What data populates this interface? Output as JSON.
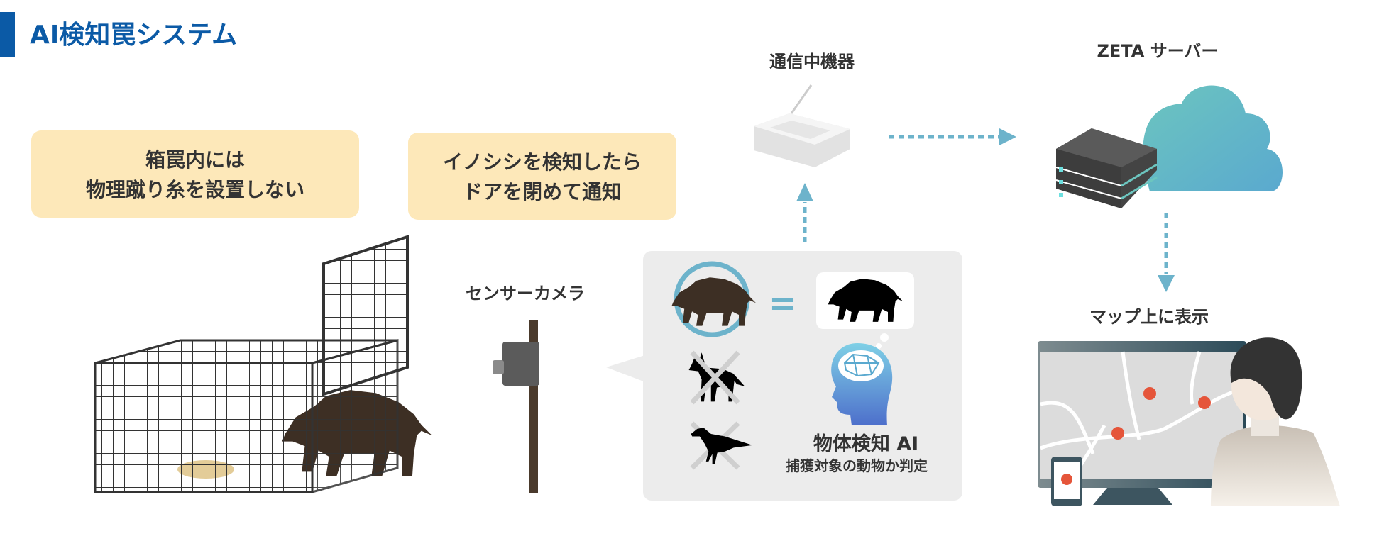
{
  "title": "AI検知罠システム",
  "notes": [
    {
      "line1": "箱罠内には",
      "line2": "物理蹴り糸を設置しない"
    },
    {
      "line1": "イノシシを検知したら",
      "line2": "ドアを閉めて通知"
    }
  ],
  "labels": {
    "sensor_camera": "センサーカメラ",
    "relay_device": "通信中機器",
    "zeta_server": "ZETA サーバー",
    "map_display": "マップ上に表示"
  },
  "ai_panel": {
    "equals": "=",
    "title": "物体検知 AI",
    "subtitle": "捕獲対象の動物か判定"
  },
  "colors": {
    "title_blue": "#0b5aa6",
    "note_bg": "#fde8b9",
    "arrow": "#6db3cb",
    "panel_bg": "#ececec",
    "alert": "#e5553a"
  }
}
